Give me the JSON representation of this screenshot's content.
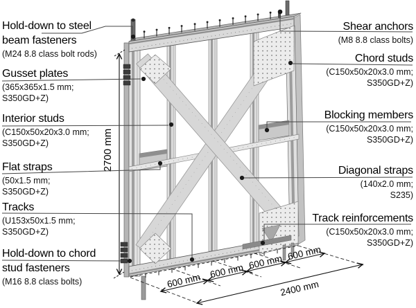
{
  "diagram": {
    "left_labels": [
      {
        "heading": "Hold-down to steel beam fasteners",
        "spec_lines": [
          "(M24 8.8 class bolt rods)"
        ]
      },
      {
        "heading": "Gusset plates",
        "spec_lines": [
          "(365x365x1.5 mm;",
          "S350GD+Z)"
        ]
      },
      {
        "heading": "Interior studs",
        "spec_lines": [
          "(C150x50x20x3.0 mm;",
          "S350GD+Z)"
        ]
      },
      {
        "heading": "Flat straps",
        "spec_lines": [
          "(50x1.5 mm;",
          "S350GD+Z)"
        ]
      },
      {
        "heading": "Tracks",
        "spec_lines": [
          "(U153x50x1.5 mm;",
          "S350GD+Z)"
        ]
      },
      {
        "heading": "Hold-down to chord stud fasteners",
        "spec_lines": [
          "(M16 8.8 class bolts)"
        ]
      }
    ],
    "right_labels": [
      {
        "heading": "Shear anchors",
        "spec_lines": [
          "(M8 8.8 class bolts)"
        ]
      },
      {
        "heading": "Chord studs",
        "spec_lines": [
          "(C150x50x20x3.0 mm;",
          "S350GD+Z)"
        ]
      },
      {
        "heading": "Blocking members",
        "spec_lines": [
          "(C150x50x20x3.0 mm;",
          "S350GD+Z)"
        ]
      },
      {
        "heading": "Diagonal straps",
        "spec_lines": [
          "(140x2.0 mm;",
          "S235)"
        ]
      },
      {
        "heading": "Track reinforcements",
        "spec_lines": [
          "(C150x50x20x3.0 mm;",
          "S350GD+Z)"
        ]
      }
    ],
    "dimensions": {
      "height": "2700 mm",
      "segments": [
        "600 mm",
        "600 mm",
        "600 mm",
        "600 mm"
      ],
      "total": "2400 mm"
    },
    "colors": {
      "line": "#1a1a1a",
      "steel_light": "#e2e2e2",
      "steel_mid": "#b5b5b5",
      "steel_dark": "#8a8a8a"
    }
  }
}
